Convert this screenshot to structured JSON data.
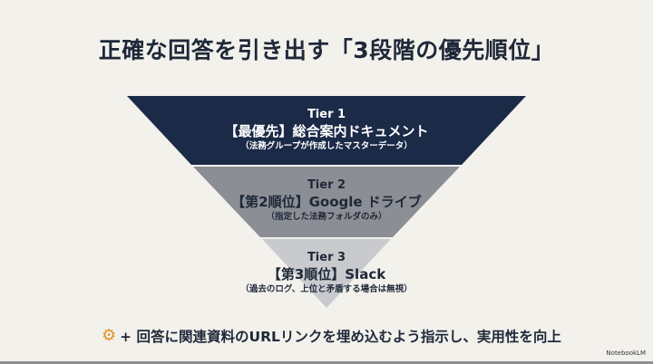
{
  "title": "正確な回答を引き出す「3段階の優先順位」",
  "colors": {
    "tier1": "#1b2a47",
    "tier2": "#8b8e94",
    "tier3": "#c9cacd",
    "accent": "#e0912c",
    "background": "#f3f1ec"
  },
  "tiers": [
    {
      "tier": "Tier 1",
      "heading": "【最優先】総合案内ドキュメント",
      "sub": "（法務グループが作成したマスターデータ）"
    },
    {
      "tier": "Tier 2",
      "heading": "【第2順位】Google ドライブ",
      "sub": "（指定した法務フォルダのみ）"
    },
    {
      "tier": "Tier 3",
      "heading": "【第3順位】Slack",
      "sub": "（過去のログ、上位と矛盾する場合は無視）"
    }
  ],
  "tip": {
    "icon": "gear-icon",
    "text": "+ 回答に関連資料のURLリンクを埋め込むよう指示し、実用性を向上"
  },
  "brand": "NotebookLM"
}
